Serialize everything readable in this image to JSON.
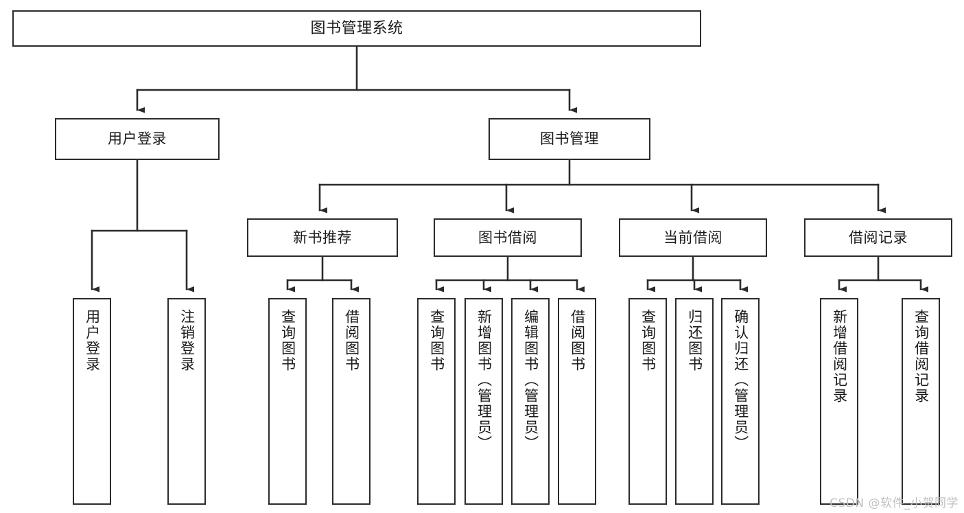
{
  "diagram": {
    "title": "图书管理系统",
    "type": "function-structure-tree",
    "line_color": "#2b2b2b",
    "box_fill": "#ffffff",
    "text_color": "#1a1a1a",
    "watermark": "CSDN @软件_小贺同学"
  },
  "nodes": {
    "root": {
      "label": "图书管理系统"
    },
    "level2": [
      {
        "id": "user-login",
        "label": "用户登录"
      },
      {
        "id": "book-manage",
        "label": "图书管理"
      }
    ],
    "level3": [
      {
        "id": "new-book-recommend",
        "label": "新书推荐"
      },
      {
        "id": "book-borrow",
        "label": "图书借阅"
      },
      {
        "id": "current-borrow",
        "label": "当前借阅"
      },
      {
        "id": "borrow-record",
        "label": "借阅记录"
      }
    ],
    "leaves": {
      "user-login": [
        {
          "id": "leaf-user-login",
          "label": "用户登录"
        },
        {
          "id": "leaf-user-logout",
          "label": "注销登录"
        }
      ],
      "new-book-recommend": [
        {
          "id": "leaf-query-book-1",
          "label": "查询图书"
        },
        {
          "id": "leaf-borrow-book-1",
          "label": "借阅图书"
        }
      ],
      "book-borrow": [
        {
          "id": "leaf-query-book-2",
          "label": "查询图书"
        },
        {
          "id": "leaf-add-book",
          "label": "新增图书（管理员）"
        },
        {
          "id": "leaf-edit-book",
          "label": "编辑图书（管理员）"
        },
        {
          "id": "leaf-borrow-book-2",
          "label": "借阅图书"
        }
      ],
      "current-borrow": [
        {
          "id": "leaf-query-book-3",
          "label": "查询图书"
        },
        {
          "id": "leaf-return-book",
          "label": "归还图书"
        },
        {
          "id": "leaf-confirm-return",
          "label": "确认归还（管理员）"
        }
      ],
      "borrow-record": [
        {
          "id": "leaf-add-record",
          "label": "新增借阅记录"
        },
        {
          "id": "leaf-query-record",
          "label": "查询借阅记录"
        }
      ]
    }
  }
}
